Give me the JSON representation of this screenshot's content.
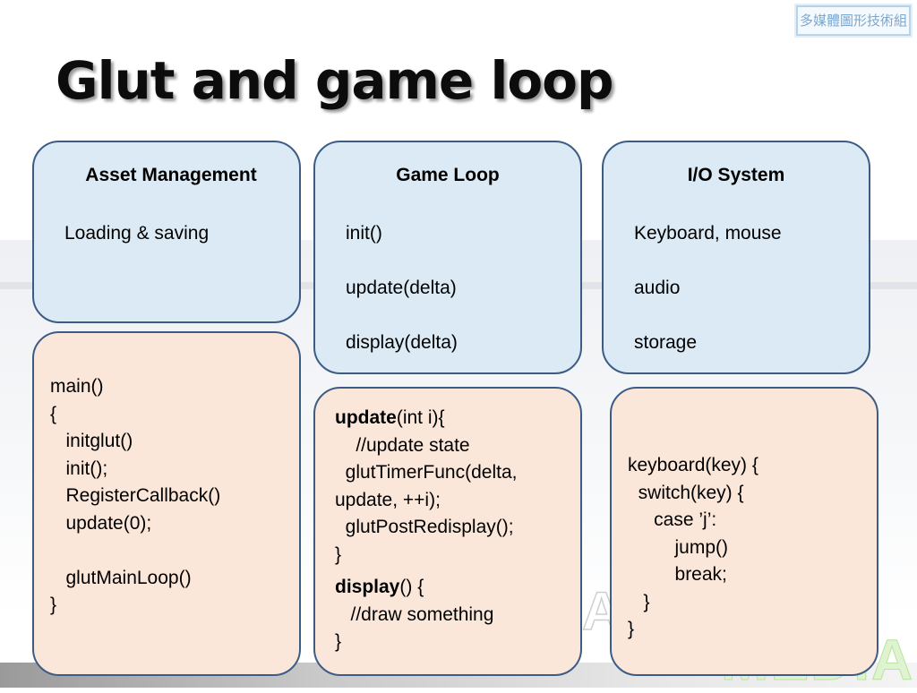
{
  "header": {
    "tag": "多媒體圖形技術組",
    "title": "Glut and game loop"
  },
  "boxes": {
    "asset": {
      "title": "Asset Management",
      "lines": [
        "Loading & saving"
      ]
    },
    "gameloop": {
      "title": "Game Loop",
      "lines": [
        "init()",
        "update(delta)",
        "display(delta)"
      ]
    },
    "io": {
      "title": "I/O System",
      "lines": [
        "Keyboard, mouse",
        "audio",
        "storage"
      ]
    },
    "main_code": {
      "lines": [
        "main()",
        "{",
        "   initglut()",
        "   init();",
        "   RegisterCallback()",
        "   update(0);",
        "   glutMainLoop()",
        "}"
      ]
    },
    "update_code": {
      "update_keyword": "update",
      "update_sig": "(int i){",
      "update_lines": [
        "    //update state",
        "  glutTimerFunc(delta,",
        "update, ++i);",
        "  glutPostRedisplay();",
        "}"
      ],
      "display_keyword": "display",
      "display_sig": "() {",
      "display_lines": [
        "   //draw something",
        "}"
      ]
    },
    "keyboard_code": {
      "lines": [
        "keyboard(key) {",
        "  switch(key) {",
        "     case ’j’:",
        "         jump()",
        "         break;",
        "   }",
        "}"
      ]
    }
  },
  "watermark": {
    "letter": "A",
    "word": "MEDIA"
  }
}
